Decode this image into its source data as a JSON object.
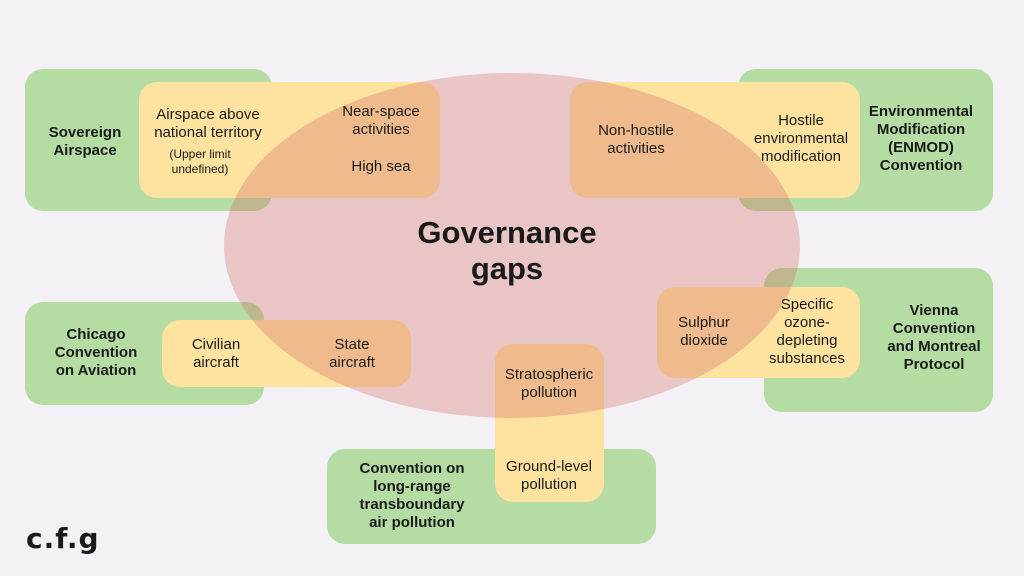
{
  "title": "Governance gaps",
  "logo": "c.f.g",
  "groups": {
    "sovereign": {
      "label": "Sovereign Airspace",
      "inner_left": "Airspace above national territory",
      "note": "(Upper limit undefined)",
      "gap_1": "Near-space activities",
      "gap_2": "High sea"
    },
    "enmod": {
      "label": "Environmental Modification (ENMOD) Convention",
      "gap": "Non-hostile activities",
      "inner": "Hostile environmental modification"
    },
    "chicago": {
      "label": "Chicago Convention on Aviation",
      "inner": "Civilian aircraft",
      "gap": "State aircraft"
    },
    "vienna": {
      "label": "Vienna Convention and Montreal Protocol",
      "gap": "Sulphur dioxide",
      "inner": "Specific ozone-depleting substances"
    },
    "lrtap": {
      "label": "Convention on long-range transboundary air pollution",
      "gap": "Stratospheric pollution",
      "inner": "Ground-level pollution"
    }
  },
  "colors": {
    "green": "#b4dca3",
    "yellow": "#fde2a0",
    "gap": "#e8c7c4",
    "background": "#f3f1f6"
  }
}
